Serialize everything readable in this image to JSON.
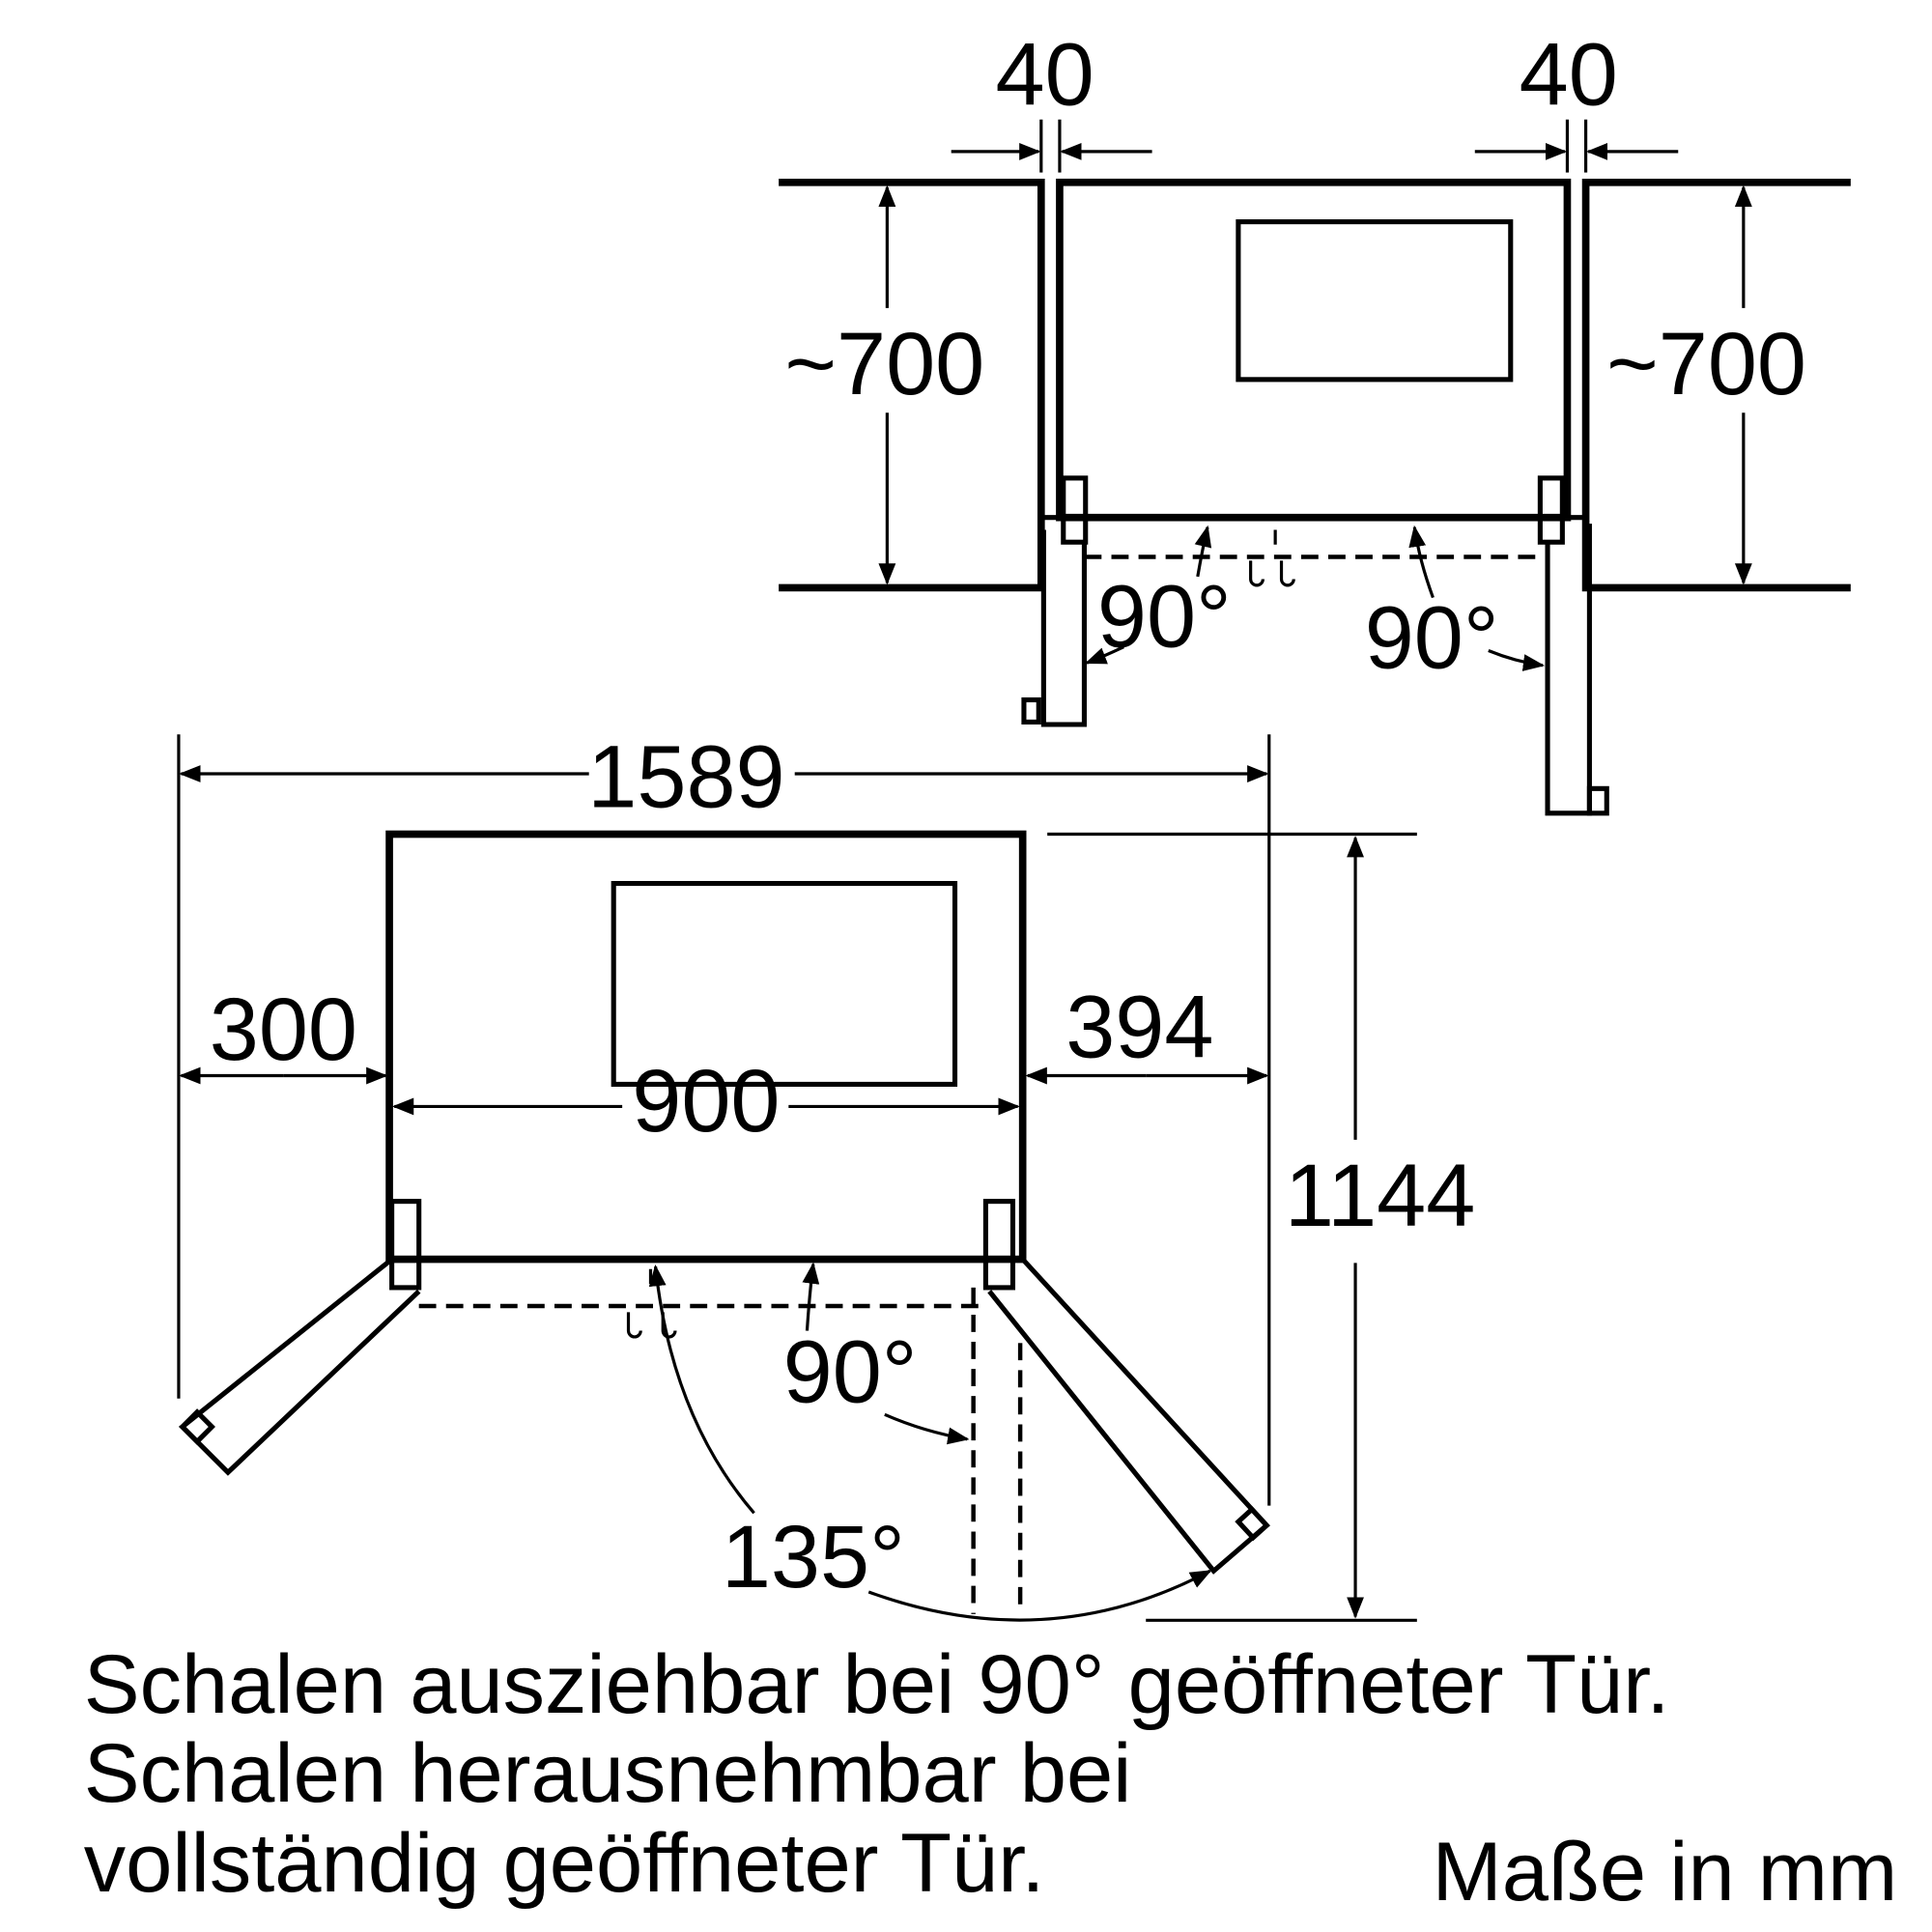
{
  "top_view": {
    "gap_left": "40",
    "gap_right": "40",
    "depth_left": "~700",
    "depth_right": "~700",
    "angle_left": "90°",
    "angle_right": "90°"
  },
  "bottom_view": {
    "total_width": "1589",
    "left_clearance": "300",
    "appliance_width": "900",
    "right_clearance": "394",
    "total_depth": "1144",
    "angle_90": "90°",
    "angle_135": "135°"
  },
  "notes": {
    "line1": "Schalen ausziehbar bei 90° geöffneter Tür.",
    "line2": "Schalen herausnehmbar bei",
    "line3": "vollständig geöffneter Tür.",
    "units": "Maße in mm"
  }
}
